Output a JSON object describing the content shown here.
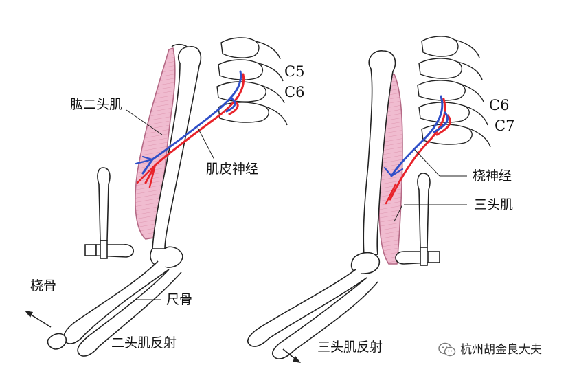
{
  "left_panel": {
    "labels": {
      "biceps": "肱二头肌",
      "musculocutaneous_nerve": "肌皮神经",
      "radius": "桡骨",
      "ulna": "尺骨",
      "vertebra_c5": "C5",
      "vertebra_c6": "C6"
    },
    "caption": "二头肌反射"
  },
  "right_panel": {
    "labels": {
      "radial_nerve": "桡神经",
      "triceps": "三头肌",
      "vertebra_c6": "C6",
      "vertebra_c7": "C7"
    },
    "caption": "三头肌反射"
  },
  "watermark": {
    "icon": "wechat-icon",
    "text": "杭州胡金良大夫"
  },
  "colors": {
    "nerve_red": "#e8232a",
    "nerve_blue": "#2f4fc8",
    "muscle_pink": "#e6a9bd",
    "outline": "#222222"
  }
}
